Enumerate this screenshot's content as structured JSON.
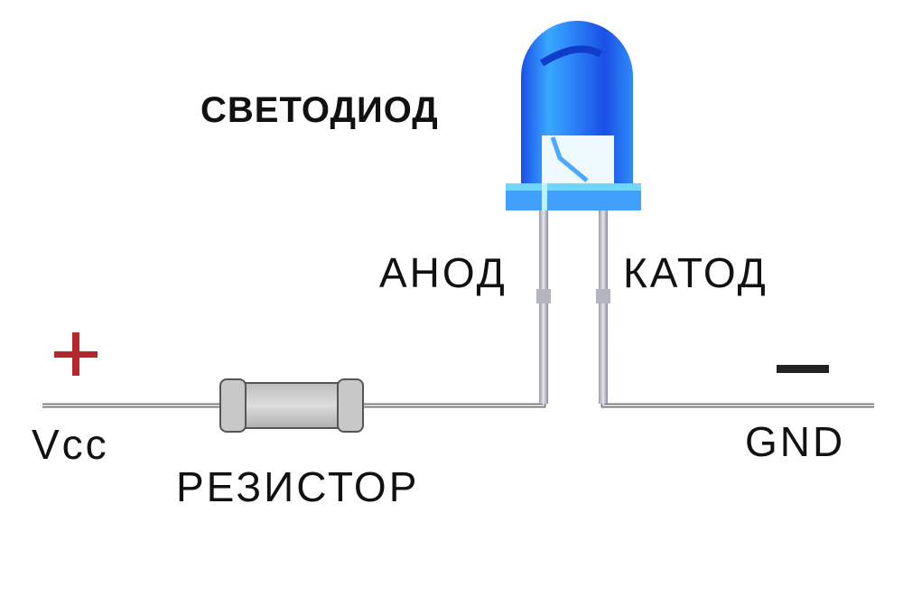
{
  "labels": {
    "led": "СВЕТОДИОД",
    "anode": "АНОД",
    "cathode": "КАТОД",
    "vcc": "Vcc",
    "resistor": "РЕЗИСТОР",
    "gnd": "GND",
    "plus": "+",
    "minus": "−"
  },
  "colors": {
    "led_blue": "#1a5cf0",
    "led_light": "#4fd0ff",
    "plus_red": "#b3262b",
    "wire": "#8a8a8a",
    "resistor_body": "#cfcfcf"
  }
}
